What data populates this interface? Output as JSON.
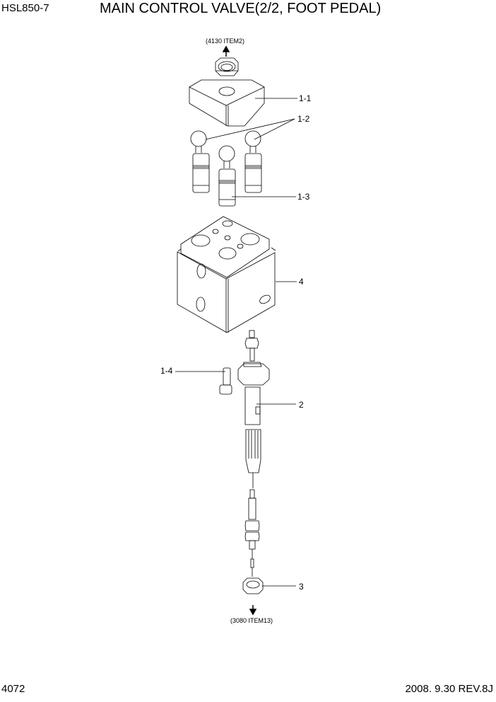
{
  "header": {
    "model": "HSL850-7",
    "title": "MAIN CONTROL VALVE(2/2, FOOT PEDAL)"
  },
  "footer": {
    "page_number": "4072",
    "date_revision": "2008. 9.30  REV.8J"
  },
  "references": {
    "top": "(4130 ITEM2)",
    "bottom": "(3080 ITEM13)"
  },
  "callouts": [
    {
      "id": "1-1",
      "label": "1-1"
    },
    {
      "id": "1-2",
      "label": "1-2"
    },
    {
      "id": "1-3",
      "label": "1-3"
    },
    {
      "id": "4",
      "label": "4"
    },
    {
      "id": "1-4",
      "label": "1-4"
    },
    {
      "id": "2",
      "label": "2"
    },
    {
      "id": "3",
      "label": "3"
    }
  ],
  "colors": {
    "line": "#000000",
    "background": "#ffffff"
  }
}
